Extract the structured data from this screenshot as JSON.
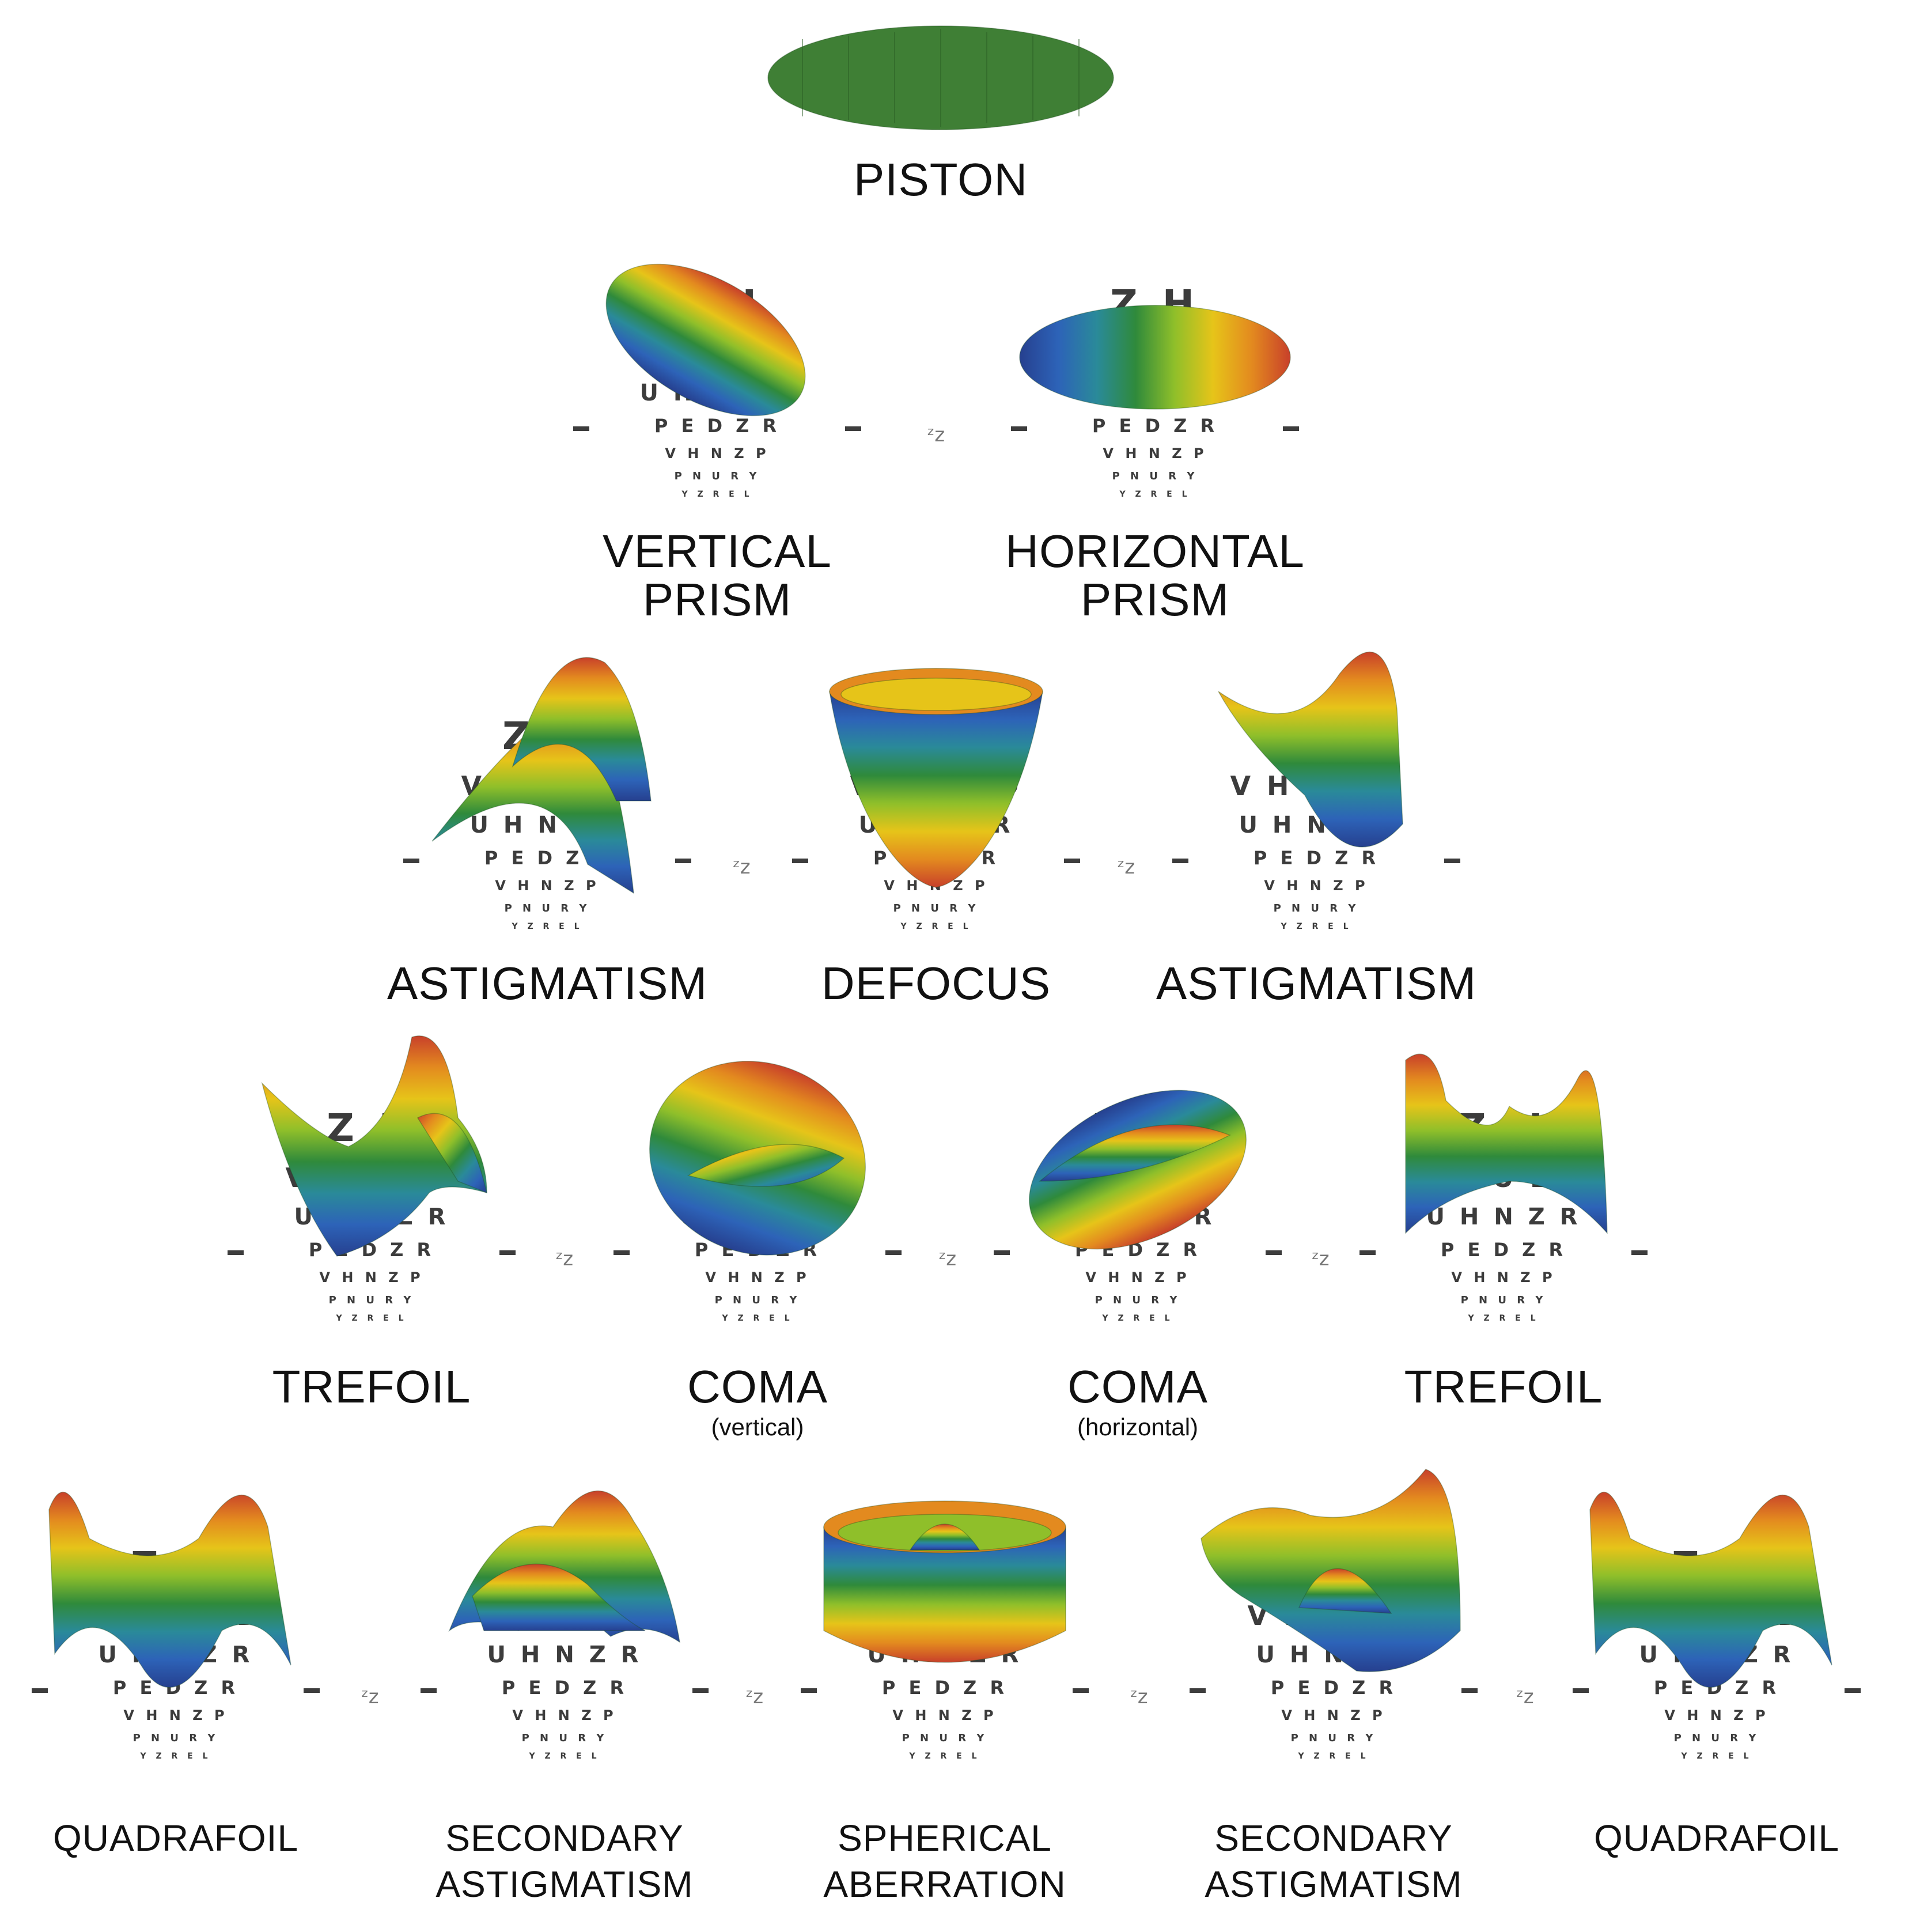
{
  "rows": [
    {
      "items": [
        {
          "id": "piston",
          "shape": "piston",
          "label": [
            "PISTON"
          ],
          "sub": "",
          "chart": false
        }
      ]
    },
    {
      "items": [
        {
          "id": "vertical-prism",
          "shape": "vprism",
          "label": [
            "VERTICAL",
            "PRISM"
          ],
          "sub": "",
          "chart": true
        },
        {
          "id": "horizontal-prism",
          "shape": "hprism",
          "label": [
            "HORIZONTAL",
            "PRISM"
          ],
          "sub": "",
          "chart": true
        }
      ]
    },
    {
      "items": [
        {
          "id": "astigmatism-oblique",
          "shape": "astig1",
          "label": [
            "ASTIGMATISM"
          ],
          "sub": "",
          "chart": true
        },
        {
          "id": "defocus",
          "shape": "defocus",
          "label": [
            "DEFOCUS"
          ],
          "sub": "",
          "chart": true
        },
        {
          "id": "astigmatism-vertical",
          "shape": "astig2",
          "label": [
            "ASTIGMATISM"
          ],
          "sub": "",
          "chart": true
        }
      ]
    },
    {
      "items": [
        {
          "id": "trefoil-oblique",
          "shape": "trefoil1",
          "label": [
            "TREFOIL"
          ],
          "sub": "",
          "chart": true
        },
        {
          "id": "coma-vertical",
          "shape": "coma1",
          "label": [
            "COMA"
          ],
          "sub": "(vertical)",
          "chart": true
        },
        {
          "id": "coma-horizontal",
          "shape": "coma2",
          "label": [
            "COMA"
          ],
          "sub": "(horizontal)",
          "chart": true
        },
        {
          "id": "trefoil-vertical",
          "shape": "trefoil2",
          "label": [
            "TREFOIL"
          ],
          "sub": "",
          "chart": true
        }
      ]
    },
    {
      "items": [
        {
          "id": "quadrafoil-oblique",
          "shape": "quad",
          "label": [
            "QUADRAFOIL"
          ],
          "sub": "",
          "chart": true
        },
        {
          "id": "secondary-astigmatism-oblique",
          "shape": "secastig1",
          "label": [
            "SECONDARY",
            "ASTIGMATISM"
          ],
          "sub": "",
          "chart": true
        },
        {
          "id": "spherical-aberration",
          "shape": "spherical",
          "label": [
            "SPHERICAL",
            "ABERRATION"
          ],
          "sub": "",
          "chart": true
        },
        {
          "id": "secondary-astigmatism-vertical",
          "shape": "secastig2",
          "label": [
            "SECONDARY",
            "ASTIGMATISM"
          ],
          "sub": "",
          "chart": true
        },
        {
          "id": "quadrafoil-vertical",
          "shape": "quad2",
          "label": [
            "QUADRAFOIL"
          ],
          "sub": "",
          "chart": true
        }
      ]
    }
  ],
  "eye_chart": {
    "lines": [
      "Z      H",
      "V H U E D",
      "U H N Z R",
      "P E D Z R",
      "V H N Z P",
      "P N U R Y",
      "Y Z R E L"
    ]
  },
  "separator_glyph": "ᶻz",
  "colors": {
    "piston": "#3f7f35",
    "gradient": [
      "#c8402a",
      "#e38a1f",
      "#e6c419",
      "#8fbf2a",
      "#2f8a3b",
      "#2a8a99",
      "#2d63b8",
      "#26408f"
    ]
  }
}
